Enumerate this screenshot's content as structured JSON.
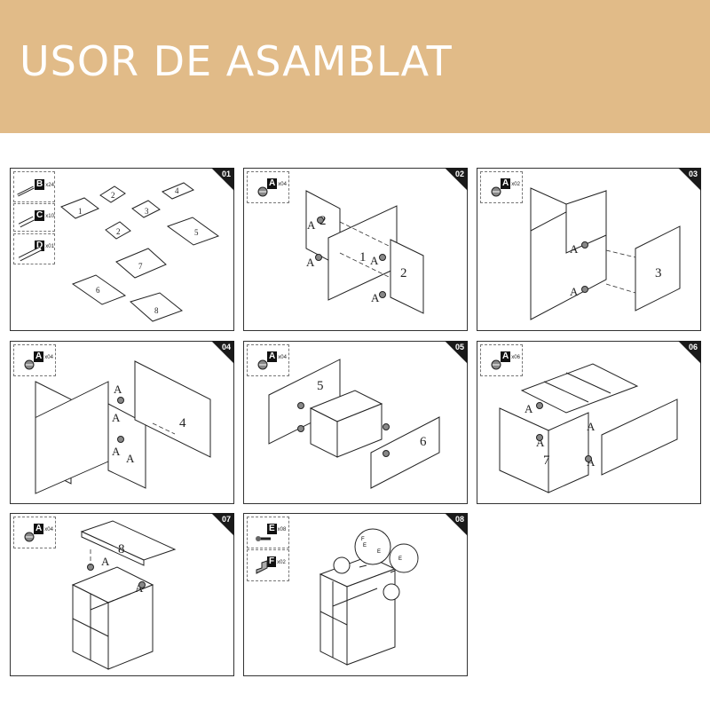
{
  "header": {
    "title": "USOR DE ASAMBLAT",
    "bg_color": "#e1bb88"
  },
  "steps": [
    {
      "number": "01",
      "parts": [
        {
          "key": "B",
          "qty": "x24",
          "icon": "dowel-pin-icon"
        },
        {
          "key": "C",
          "qty": "x10",
          "icon": "wooden-dowel-icon"
        },
        {
          "key": "D",
          "qty": "x01",
          "icon": "rod-icon"
        }
      ],
      "panel_labels": [
        "2",
        "4",
        "1",
        "3",
        "2",
        "5",
        "7",
        "6",
        "8"
      ]
    },
    {
      "number": "02",
      "parts": [
        {
          "key": "A",
          "qty": "x04",
          "icon": "cam-lock-icon"
        }
      ],
      "panel_labels": [
        "2",
        "1",
        "2"
      ],
      "hardware_labels": [
        "A",
        "A",
        "A",
        "A"
      ]
    },
    {
      "number": "03",
      "parts": [
        {
          "key": "A",
          "qty": "x02",
          "icon": "cam-lock-icon"
        }
      ],
      "panel_labels": [
        "3"
      ],
      "hardware_labels": [
        "A",
        "A"
      ]
    },
    {
      "number": "04",
      "parts": [
        {
          "key": "A",
          "qty": "x04",
          "icon": "cam-lock-icon"
        }
      ],
      "panel_labels": [
        "4"
      ],
      "hardware_labels": [
        "A",
        "A",
        "A",
        "A"
      ]
    },
    {
      "number": "05",
      "parts": [
        {
          "key": "A",
          "qty": "x04",
          "icon": "cam-lock-icon"
        }
      ],
      "panel_labels": [
        "5",
        "6"
      ],
      "hardware_labels": []
    },
    {
      "number": "06",
      "parts": [
        {
          "key": "A",
          "qty": "x06",
          "icon": "cam-lock-icon"
        }
      ],
      "panel_labels": [
        "7"
      ],
      "hardware_labels": [
        "A",
        "A",
        "A",
        "A"
      ]
    },
    {
      "number": "07",
      "parts": [
        {
          "key": "A",
          "qty": "x04",
          "icon": "cam-lock-icon"
        }
      ],
      "panel_labels": [
        "8"
      ],
      "hardware_labels": [
        "A",
        "A"
      ]
    },
    {
      "number": "08",
      "parts": [
        {
          "key": "E",
          "qty": "x08",
          "icon": "screw-icon"
        },
        {
          "key": "F",
          "qty": "x02",
          "icon": "angle-bracket-icon"
        }
      ],
      "panel_labels": [],
      "hardware_labels": [
        "E",
        "E",
        "E",
        "F"
      ]
    }
  ]
}
